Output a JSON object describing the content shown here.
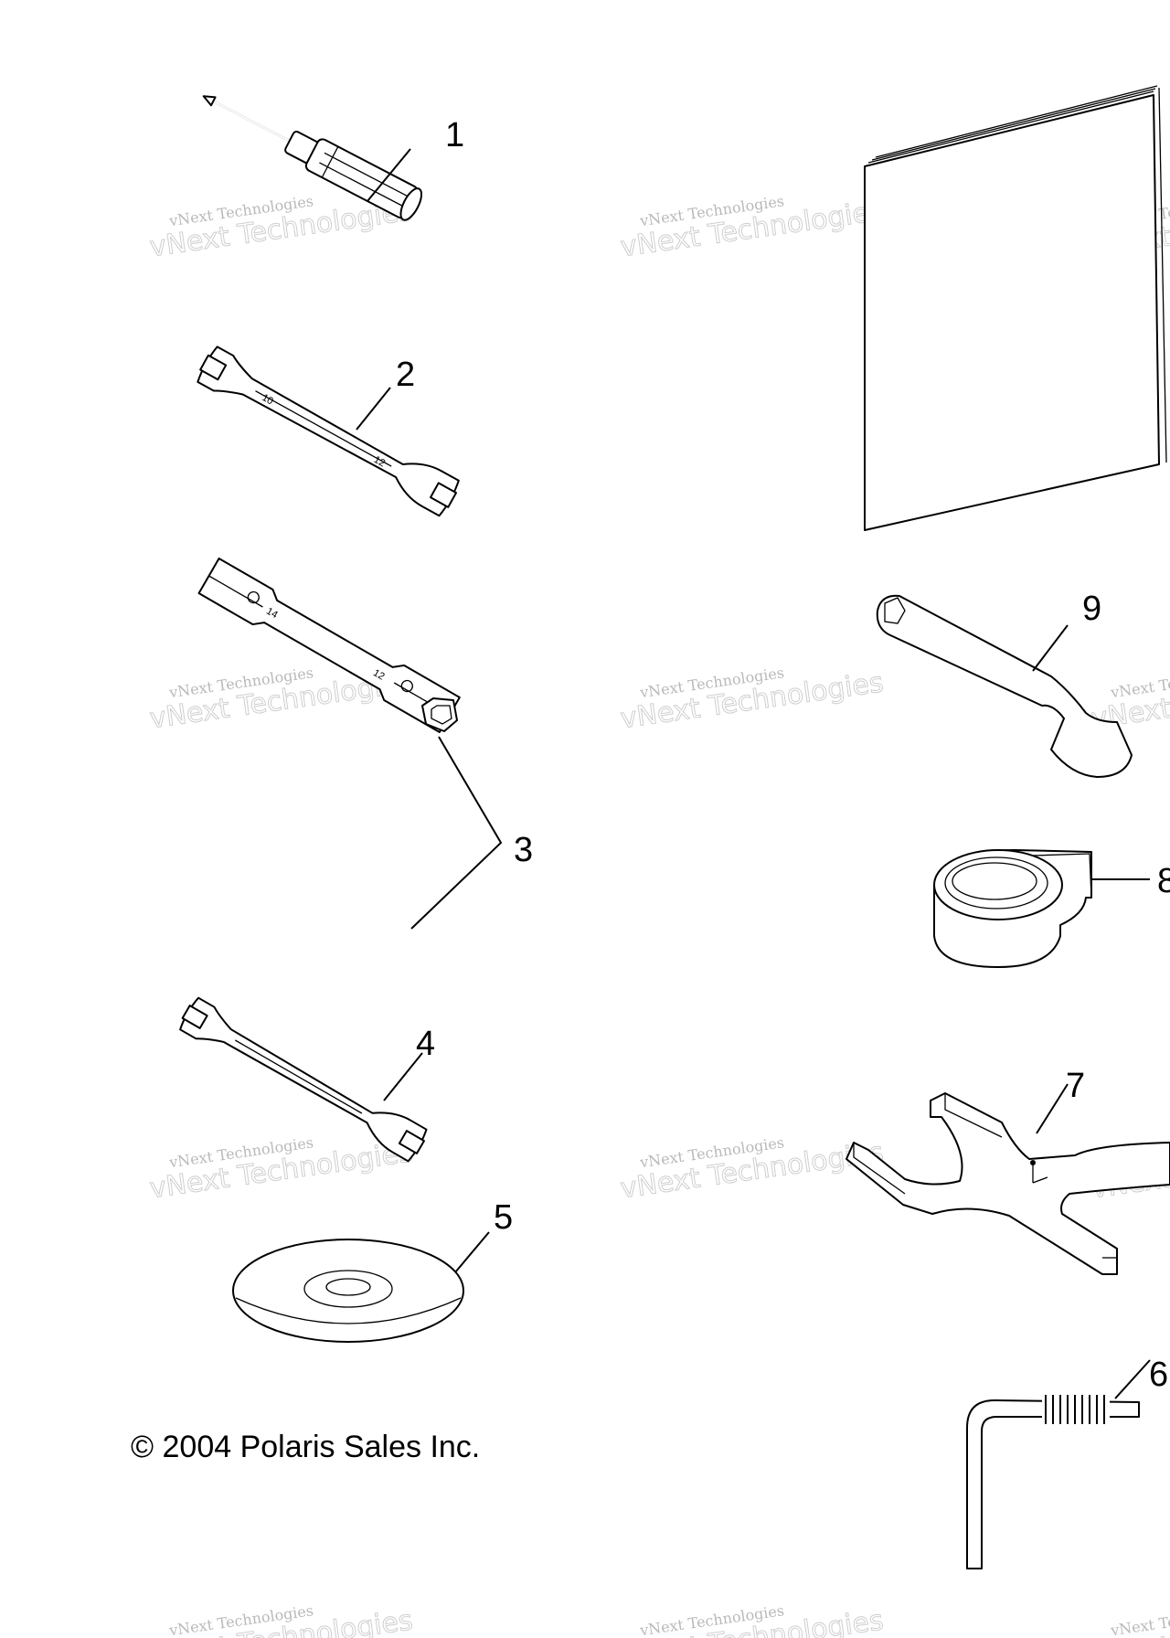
{
  "callouts": {
    "c1": "1",
    "c2": "2",
    "c3": "3",
    "c4": "4",
    "c5": "5",
    "c6": "6",
    "c7": "7",
    "c8": "8",
    "c9": "9"
  },
  "copyright": "© 2004 Polaris Sales Inc.",
  "watermark": {
    "line1": "vNext Technologies",
    "line2": "vNext Technologies"
  },
  "colors": {
    "ink": "#000000",
    "watermark": "#b9b9b9"
  }
}
